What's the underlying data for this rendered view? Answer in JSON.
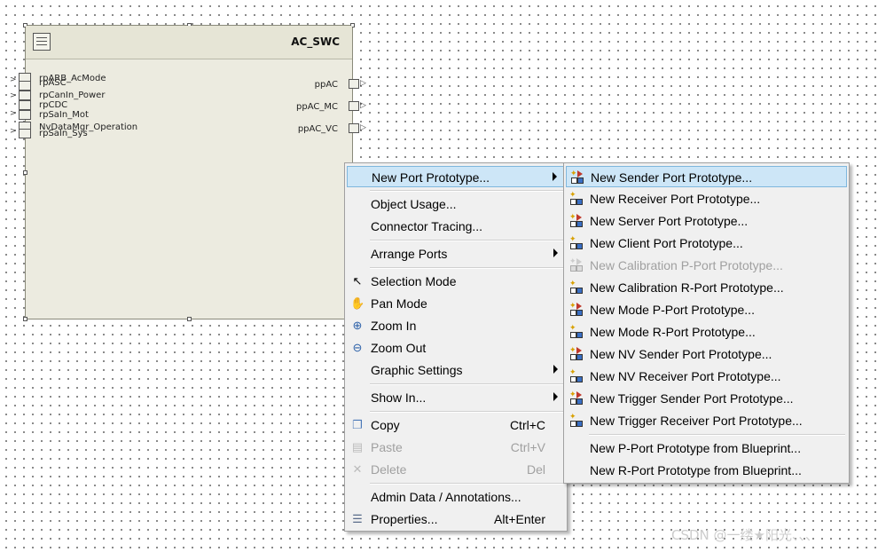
{
  "component": {
    "title": "AC_SWC",
    "left_ports": [
      "rpARB_AcMode",
      "rpASC",
      "rpCanIn_Power",
      "rpCDC",
      "rpSaIn_Mot",
      "NvDataMgr_Operation",
      "rpSaIn_Sys"
    ],
    "right_ports": [
      "ppAC",
      "ppAC_MC",
      "ppAC_VC"
    ]
  },
  "context_menu": {
    "new_port_prototype": "New Port Prototype...",
    "object_usage": "Object Usage...",
    "connector_tracing": "Connector Tracing...",
    "arrange_ports": "Arrange Ports",
    "selection_mode": "Selection Mode",
    "pan_mode": "Pan Mode",
    "zoom_in": "Zoom In",
    "zoom_out": "Zoom Out",
    "graphic_settings": "Graphic Settings",
    "show_in": "Show In...",
    "copy": "Copy",
    "copy_shortcut": "Ctrl+C",
    "paste": "Paste",
    "paste_shortcut": "Ctrl+V",
    "delete": "Delete",
    "delete_shortcut": "Del",
    "admin_data": "Admin Data / Annotations...",
    "properties": "Properties...",
    "properties_shortcut": "Alt+Enter"
  },
  "submenu": {
    "items": [
      "New Sender Port Prototype...",
      "New Receiver Port Prototype...",
      "New Server Port Prototype...",
      "New Client Port Prototype...",
      "New Calibration P-Port Prototype...",
      "New Calibration R-Port Prototype...",
      "New Mode P-Port Prototype...",
      "New Mode R-Port Prototype...",
      "New NV Sender Port Prototype...",
      "New NV Receiver Port Prototype...",
      "New Trigger Sender Port Prototype...",
      "New Trigger Receiver Port Prototype..."
    ],
    "blueprint_items": [
      "New P-Port Prototype from Blueprint...",
      "New R-Port Prototype from Blueprint..."
    ]
  },
  "watermark": "CSDN @一缕★阳光、、、",
  "colors": {
    "highlight": "#cde6f7",
    "highlight_border": "#7fb7dd",
    "menu_bg": "#f0f0f0",
    "component_bg": "#ecebe0",
    "disabled_text": "#a0a0a0"
  },
  "icons": {
    "selection_mode": "pointer-icon",
    "pan_mode": "hand-icon",
    "zoom_in": "zoom-in-icon",
    "zoom_out": "zoom-out-icon",
    "copy": "copy-icon",
    "paste": "paste-icon",
    "delete": "delete-icon",
    "properties": "properties-icon"
  }
}
